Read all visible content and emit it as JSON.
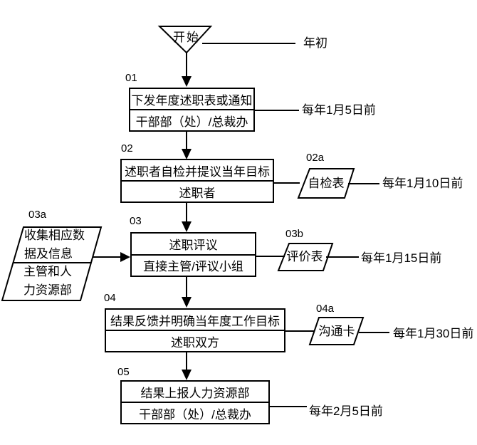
{
  "flowchart": {
    "start": {
      "label": "开始",
      "timing": "年初"
    },
    "steps": [
      {
        "id": "01",
        "task": "下发年度述职表或通知",
        "owner": "干部部（处）/总裁办",
        "timing": "每年1月5日前"
      },
      {
        "id": "02",
        "task": "述职者自检并提议当年目标",
        "owner": "述职者",
        "timing": "每年1月10日前",
        "doc_id": "02a",
        "doc": "自检表"
      },
      {
        "id": "03",
        "task": "述职评议",
        "owner": "直接主管/评议小组",
        "timing": "每年1月15日前",
        "doc_id": "03b",
        "doc": "评价表"
      },
      {
        "id": "04",
        "task": "结果反馈并明确当年度工作目标",
        "owner": "述职双方",
        "timing": "每年1月30日前",
        "doc_id": "04a",
        "doc": "沟通卡"
      },
      {
        "id": "05",
        "task": "结果上报人力资源部",
        "owner": "干部部（处）/总裁办",
        "timing": "每年2月5日前"
      }
    ],
    "input": {
      "id": "03a",
      "task_line1": "收集相应数",
      "task_line2": "据及信息",
      "owner_line1": "主管和人",
      "owner_line2": "力资源部"
    },
    "colors": {
      "line": "#000000",
      "background": "#ffffff"
    }
  }
}
